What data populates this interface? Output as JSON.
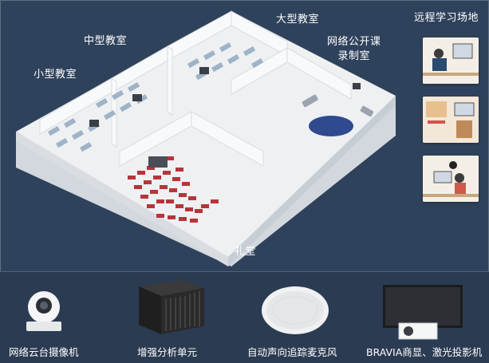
{
  "rooms": {
    "small_classroom": "小型教室",
    "medium_classroom": "中型教室",
    "large_classroom": "大型教室",
    "open_course_line1": "网络公开课",
    "open_course_line2": "录制室",
    "auditorium": "礼堂",
    "remote_learning": "远程学习场地"
  },
  "products": [
    {
      "label": "网络云台摄像机",
      "icon": "ptz-camera-icon"
    },
    {
      "label": "增强分析单元",
      "icon": "analysis-unit-icon"
    },
    {
      "label": "自动声向追踪麦克风",
      "icon": "ceiling-microphone-icon"
    },
    {
      "label": "BRAVIA商显、激光投影机",
      "icon": "display-projector-icon"
    }
  ],
  "colors": {
    "background": "#2b3d55",
    "floor": "#e9ecef",
    "wall": "#f6f7f8",
    "seat": "#b8343a",
    "rug": "#2f4a8f"
  }
}
